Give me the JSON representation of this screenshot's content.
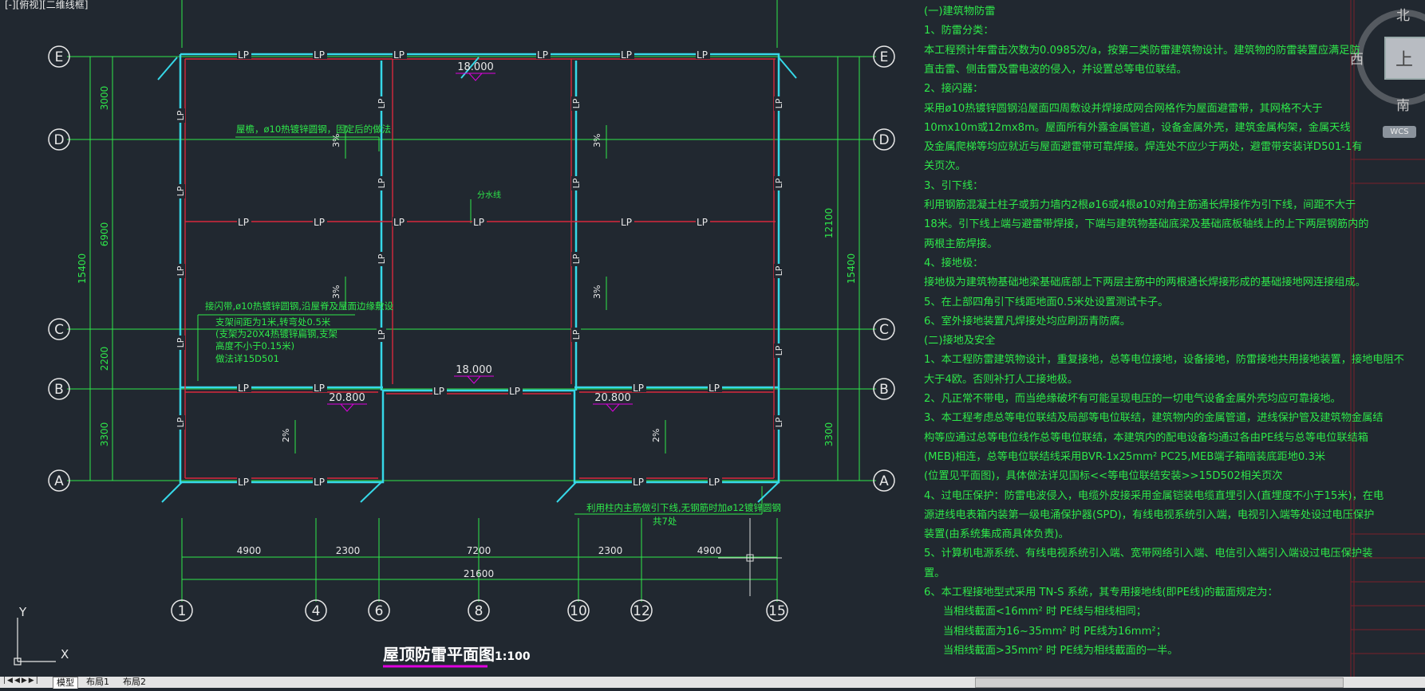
{
  "viewport": {
    "label": "[-][俯视][二维线框]"
  },
  "drawing": {
    "title": "屋顶防雷平面图",
    "scale": "1:100",
    "axes_h": [
      "E",
      "D",
      "C",
      "B",
      "A"
    ],
    "axes_v": [
      "1",
      "4",
      "6",
      "8",
      "10",
      "12",
      "15"
    ],
    "dims_left": [
      "3000",
      "6900",
      "2200",
      "3300",
      "15400"
    ],
    "dims_right": [
      "12100",
      "15400",
      "3300"
    ],
    "dims_bottom": [
      "4900",
      "2300",
      "7200",
      "2300",
      "4900",
      "21600"
    ],
    "elevations": [
      "18.000",
      "18.000",
      "20.800",
      "20.800"
    ],
    "slope_labels": [
      "3%",
      "3%",
      "3%",
      "3%",
      "2%",
      "2%"
    ],
    "lp_tag": "LP",
    "notes": [
      "屋檐，ø10热镀锌圆钢，固定后的做法",
      "接闪带,ø10热镀锌圆钢,沿屋脊及屋面边缘敷设",
      "支架间距为1米,转弯处0.5米",
      "(支架为20X4热镀锌扁钢,支架",
      "高度不小于0.15米)",
      "做法详15D501",
      "分水线",
      "利用柱内主筋做引下线,无钢筋时加ø12镀锌圆钢",
      "共7处"
    ]
  },
  "spec_text": [
    "(一)建筑物防雷",
    "1、防雷分类：",
    "本工程预计年雷击次数为0.0985次/a，按第二类防雷建筑物设计。建筑物的防雷装置应满足防",
    "直击雷、侧击雷及雷电波的侵入，并设置总等电位联结。",
    "2、接闪器：",
    "采用ø10热镀锌圆钢沿屋面四周敷设并焊接成网合网格作为屋面避雷带，其网格不大于",
    "10mx10m或12mx8m。屋面所有外露金属管道，设备金属外壳，建筑金属构架，金属天线",
    "及金属爬梯等均应就近与屋面避雷带可靠焊接。焊连处不应少于两处，避雷带安装详D501-1有",
    "关页次。",
    "3、引下线：",
    "利用钢筋混凝土柱子或剪力墙内2根ø16或4根ø10对角主筋通长焊接作为引下线，间距不大于",
    "18米。引下线上端与避雷带焊接，下端与建筑物基础底梁及基础底板轴线上的上下两层钢筋内的",
    "两根主筋焊接。",
    "4、接地极：",
    "接地极为建筑物基础地梁基础底部上下两层主筋中的两根通长焊接形成的基础接地网连接组成。",
    "5、在上部四角引下线距地面0.5米处设置测试卡子。",
    "6、室外接地装置凡焊接处均应刷沥青防腐。",
    "(二)接地及安全",
    "1、本工程防雷建筑物设计，重复接地，总等电位接地，设备接地，防雷接地共用接地装置，接地电阻不",
    "大于4欧。否则补打人工接地极。",
    "2、凡正常不带电，而当绝缘破坏有可能呈现电压的一切电气设备金属外壳均应可靠接地。",
    "3、本工程考虑总等电位联结及局部等电位联结，建筑物内的金属管道，进线保护管及建筑物金属结",
    "构等应通过总等电位线作总等电位联结，本建筑内的配电设备均通过各由PE线与总等电位联结箱",
    "(MEB)相连，总等电位联结线采用BVR-1x25mm² PC25,MEB端子箱暗装底距地0.3米",
    "(位置见平面图)，具体做法详见国标<<等电位联结安装>>15D502相关页次",
    "4、过电压保护：防雷电波侵入，电缆外皮接采用金属铠装电缆直埋引入(直埋度不小于15米)，在电",
    "源进线电表箱内装第一级电涌保护器(SPD)，有线电视系统引入端，电视引入端等处设过电压保护",
    "装置(由系统集成商具体负责)。",
    "5、计算机电源系统、有线电视系统引入端、宽带网络引入端、电信引入端引入端设过电压保护装",
    "置。",
    "6、本工程接地型式采用 TN-S 系统，其专用接地线(即PE线)的截面规定为：",
    "当相线截面<16mm² 时            PE线与相线相同；",
    "当相线截面为16~35mm² 时        PE线为16mm²；",
    "当相线截面>35mm² 时            PE线为相线截面的一半。"
  ],
  "viewcube": {
    "north": "北",
    "south": "南",
    "west": "西",
    "top": "上",
    "wcs": "WCS"
  },
  "ucs": {
    "x": "X",
    "y": "Y"
  },
  "tabs": [
    "模型",
    "布局1",
    "布局2"
  ],
  "tabnav": "|◀◀▶▶|",
  "colors": {
    "bg": "#212830",
    "green": "#2ee84a",
    "cyan": "#36d8e8",
    "red": "#d8283c",
    "magenta": "#e000e0"
  }
}
